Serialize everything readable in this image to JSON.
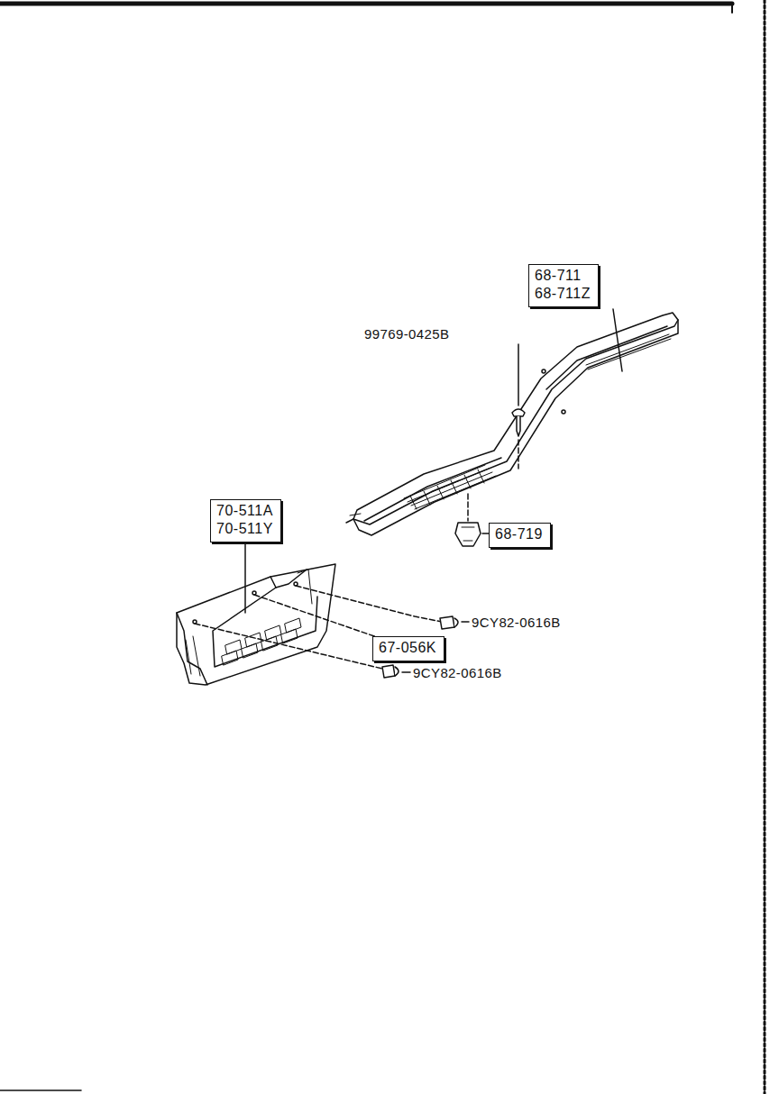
{
  "diagram": {
    "nodes": [
      {
        "text": [
          "68-711",
          "68-711Z"
        ]
      },
      {
        "text": [
          "68-719"
        ]
      },
      {
        "text": [
          "70-511A",
          "70-511Y"
        ]
      },
      {
        "text": [
          "67-056K"
        ]
      }
    ],
    "labels": [
      "99769-0425B",
      "9CY82-0616B",
      "9CY82-0616B"
    ]
  }
}
